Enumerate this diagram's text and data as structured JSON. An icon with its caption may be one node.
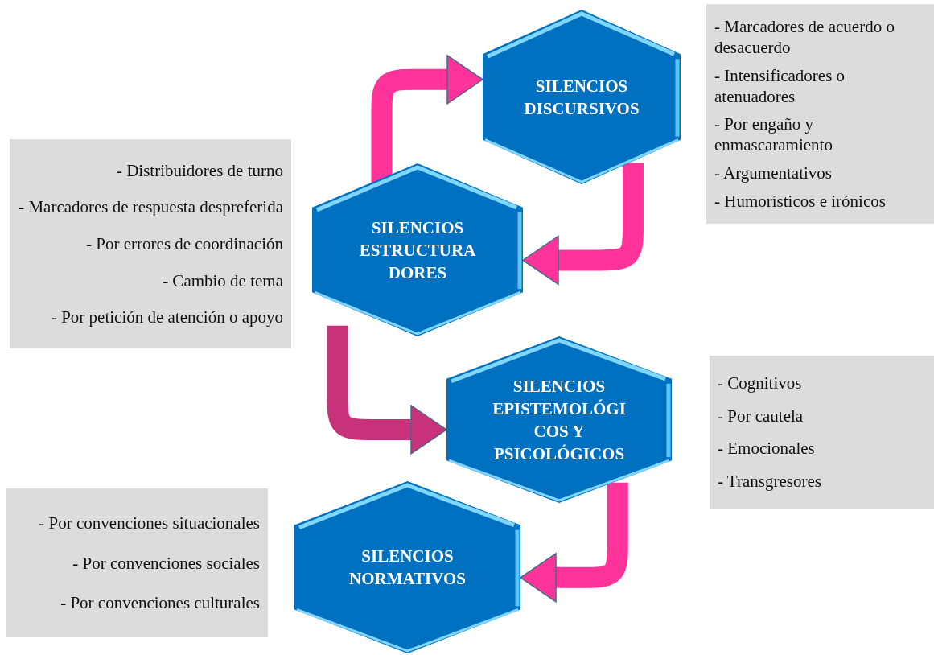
{
  "diagram": {
    "nodes": [
      {
        "text": [
          "- Marcadores de acuerdo o desacuerdo",
          "- Intensificadores o atenuadores",
          "- Por engaño y enmascaramiento",
          "- Argumentativos",
          "- Humorísticos e irónicos"
        ]
      },
      {
        "text": [
          "SILENCIOS DISCURSIVOS"
        ]
      },
      {
        "text": [
          "- Distribuidores de turno",
          "- Marcadores de respuesta despreferida",
          "- Por errores de coordinación",
          "- Cambio de tema",
          "- Por petición de atención o apoyo"
        ]
      },
      {
        "text": [
          "SILENCIOS ESTRUCTURA DORES"
        ]
      },
      {
        "text": [
          "SILENCIOS EPISTEMOLÓGI COS Y PSICOLÓGICOS"
        ]
      },
      {
        "text": [
          "- Cognitivos",
          "- Por cautela",
          "- Emocionales",
          "- Transgresores"
        ]
      },
      {
        "text": [
          "- Por convenciones situacionales",
          "- Por convenciones sociales",
          "- Por convenciones culturales"
        ]
      },
      {
        "text": [
          "SILENCIOS NORMATIVOS"
        ]
      }
    ],
    "edges": [
      {
        "from": 3,
        "to": 1,
        "arrow": "to"
      },
      {
        "from": 1,
        "to": 3,
        "arrow": "to"
      },
      {
        "from": 3,
        "to": 4,
        "arrow": "to",
        "color": "#c8327a"
      },
      {
        "from": 4,
        "to": 7,
        "arrow": "to"
      }
    ]
  }
}
